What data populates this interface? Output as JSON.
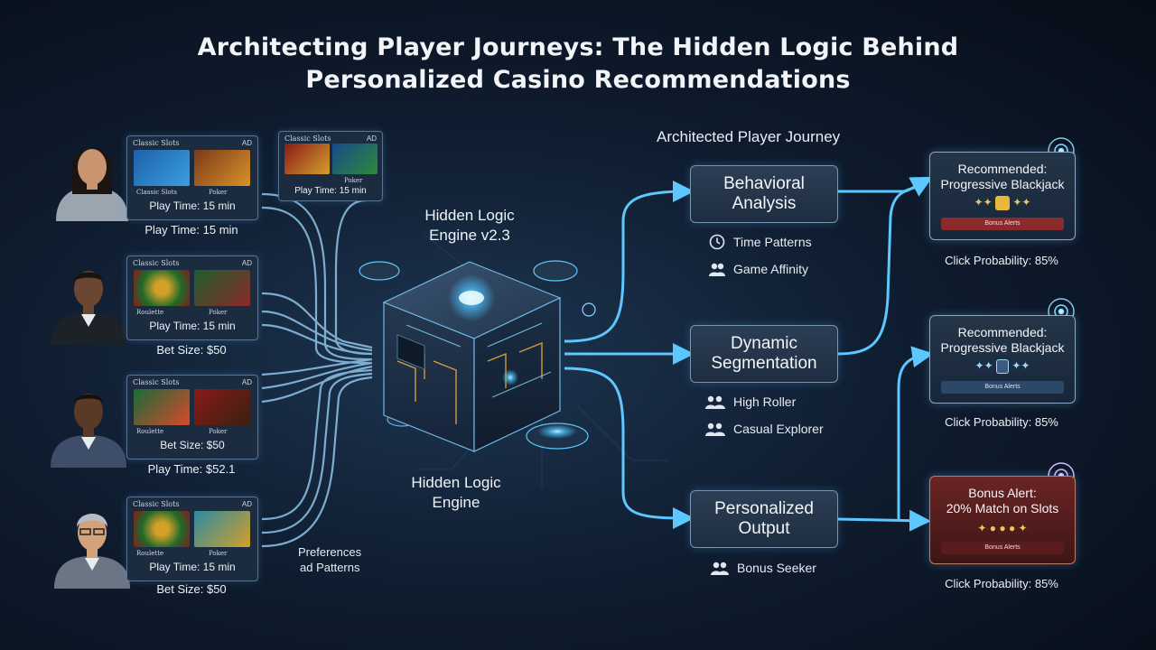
{
  "title": {
    "line1": "Architecting Player Journeys: The Hidden Logic Behind",
    "line2": "Personalized Casino Recommendations"
  },
  "players": [
    {
      "card_header": "Classic Slots",
      "card_tag": "AD",
      "game1": "Classic Slots",
      "game2": "Poker",
      "card_stat": "Play Time: 15 min",
      "below_stat": "Play Time: 15 min"
    },
    {
      "card_header": "Classic Slots",
      "card_tag": "AD",
      "game1": "Roulette",
      "game2": "Poker",
      "card_stat": "Play Time: 15 min",
      "below_stat": "Bet Size: $50"
    },
    {
      "card_header": "Classic Slots",
      "card_tag": "AD",
      "game1": "Roulette",
      "game2": "Poker",
      "card_stat": "Bet Size: $50",
      "below_stat": "Play Time: $52.1"
    },
    {
      "card_header": "Classic Slots",
      "card_tag": "AD",
      "game1": "Roulette",
      "game2": "Poker",
      "card_stat": "Play Time: 15 min",
      "below_stat": "Bet Size: $50"
    }
  ],
  "floating_card": {
    "card_header": "Classic Slots",
    "card_tag": "AD",
    "game2": "Poker",
    "card_stat": "Play Time: 15 min"
  },
  "engine": {
    "top_label_1": "Hidden Logic",
    "top_label_2": "Engine v2.3",
    "bottom_label_1": "Hidden Logic",
    "bottom_label_2": "Engine"
  },
  "preferences": {
    "line1": "Preferences",
    "line2": "ad Patterns"
  },
  "journey_heading": "Architected Player Journey",
  "stages": [
    {
      "line1": "Behavioral",
      "line2": "Analysis",
      "items": [
        "Time Patterns",
        "Game Affinity"
      ],
      "icons": [
        "clock-icon",
        "users-icon"
      ]
    },
    {
      "line1": "Dynamic",
      "line2": "Segmentation",
      "items": [
        "High Roller",
        "Casual Explorer"
      ],
      "icons": [
        "users-icon",
        "users-icon"
      ]
    },
    {
      "line1": "Personalized",
      "line2": "Output",
      "items": [
        "Bonus Seeker"
      ],
      "icons": [
        "users-icon"
      ]
    }
  ],
  "recommendations": [
    {
      "line1": "Recommended:",
      "line2": "Progressive Blackjack",
      "pill": "Bonus Alerts",
      "probability": "Click Probability: 85%"
    },
    {
      "line1": "Recommended:",
      "line2": "Progressive Blackjack",
      "pill": "Bonus Alerts",
      "probability": "Click Probability: 85%"
    },
    {
      "line1": "Bonus Alert:",
      "line2": "20% Match on Slots",
      "pill": "Bonus Alerts",
      "probability": "Click Probability: 85%"
    }
  ],
  "colors": {
    "accent": "#5cc8ff",
    "background": "#0f1d30",
    "card": "#1c2c40",
    "alert": "#6a2424"
  }
}
